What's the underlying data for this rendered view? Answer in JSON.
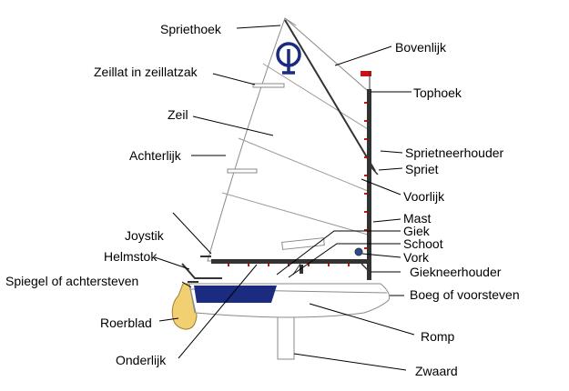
{
  "colors": {
    "outline": "#8a8a8a",
    "sail_line": "#9a9a9a",
    "spar": "#333333",
    "leader": "#000000",
    "hull_stripe": "#1a2b80",
    "logo": "#1a2b80",
    "flag": "#d01010",
    "rudder": "#f0d070",
    "rudder_edge": "#a08030",
    "accent_red": "#d01010"
  },
  "labels": {
    "spriethoek": "Spriethoek",
    "bovenlijk": "Bovenlijk",
    "zeillat": "Zeillat in zeillatzak",
    "tophoek": "Tophoek",
    "zeil": "Zeil",
    "achterlijk": "Achterlijk",
    "sprietneerhouder": "Sprietneerhouder",
    "spriet": "Spriet",
    "voorlijk": "Voorlijk",
    "mast": "Mast",
    "giek": "Giek",
    "schoot": "Schoot",
    "joystik": "Joystik",
    "vork": "Vork",
    "helmstok": "Helmstok",
    "giekneerhouder": "Giekneerhouder",
    "spiegel": "Spiegel of achtersteven",
    "boeg": "Boeg of voorsteven",
    "roerblad": "Roerblad",
    "romp": "Romp",
    "onderlijk": "Onderlijk",
    "zwaard": "Zwaard"
  }
}
